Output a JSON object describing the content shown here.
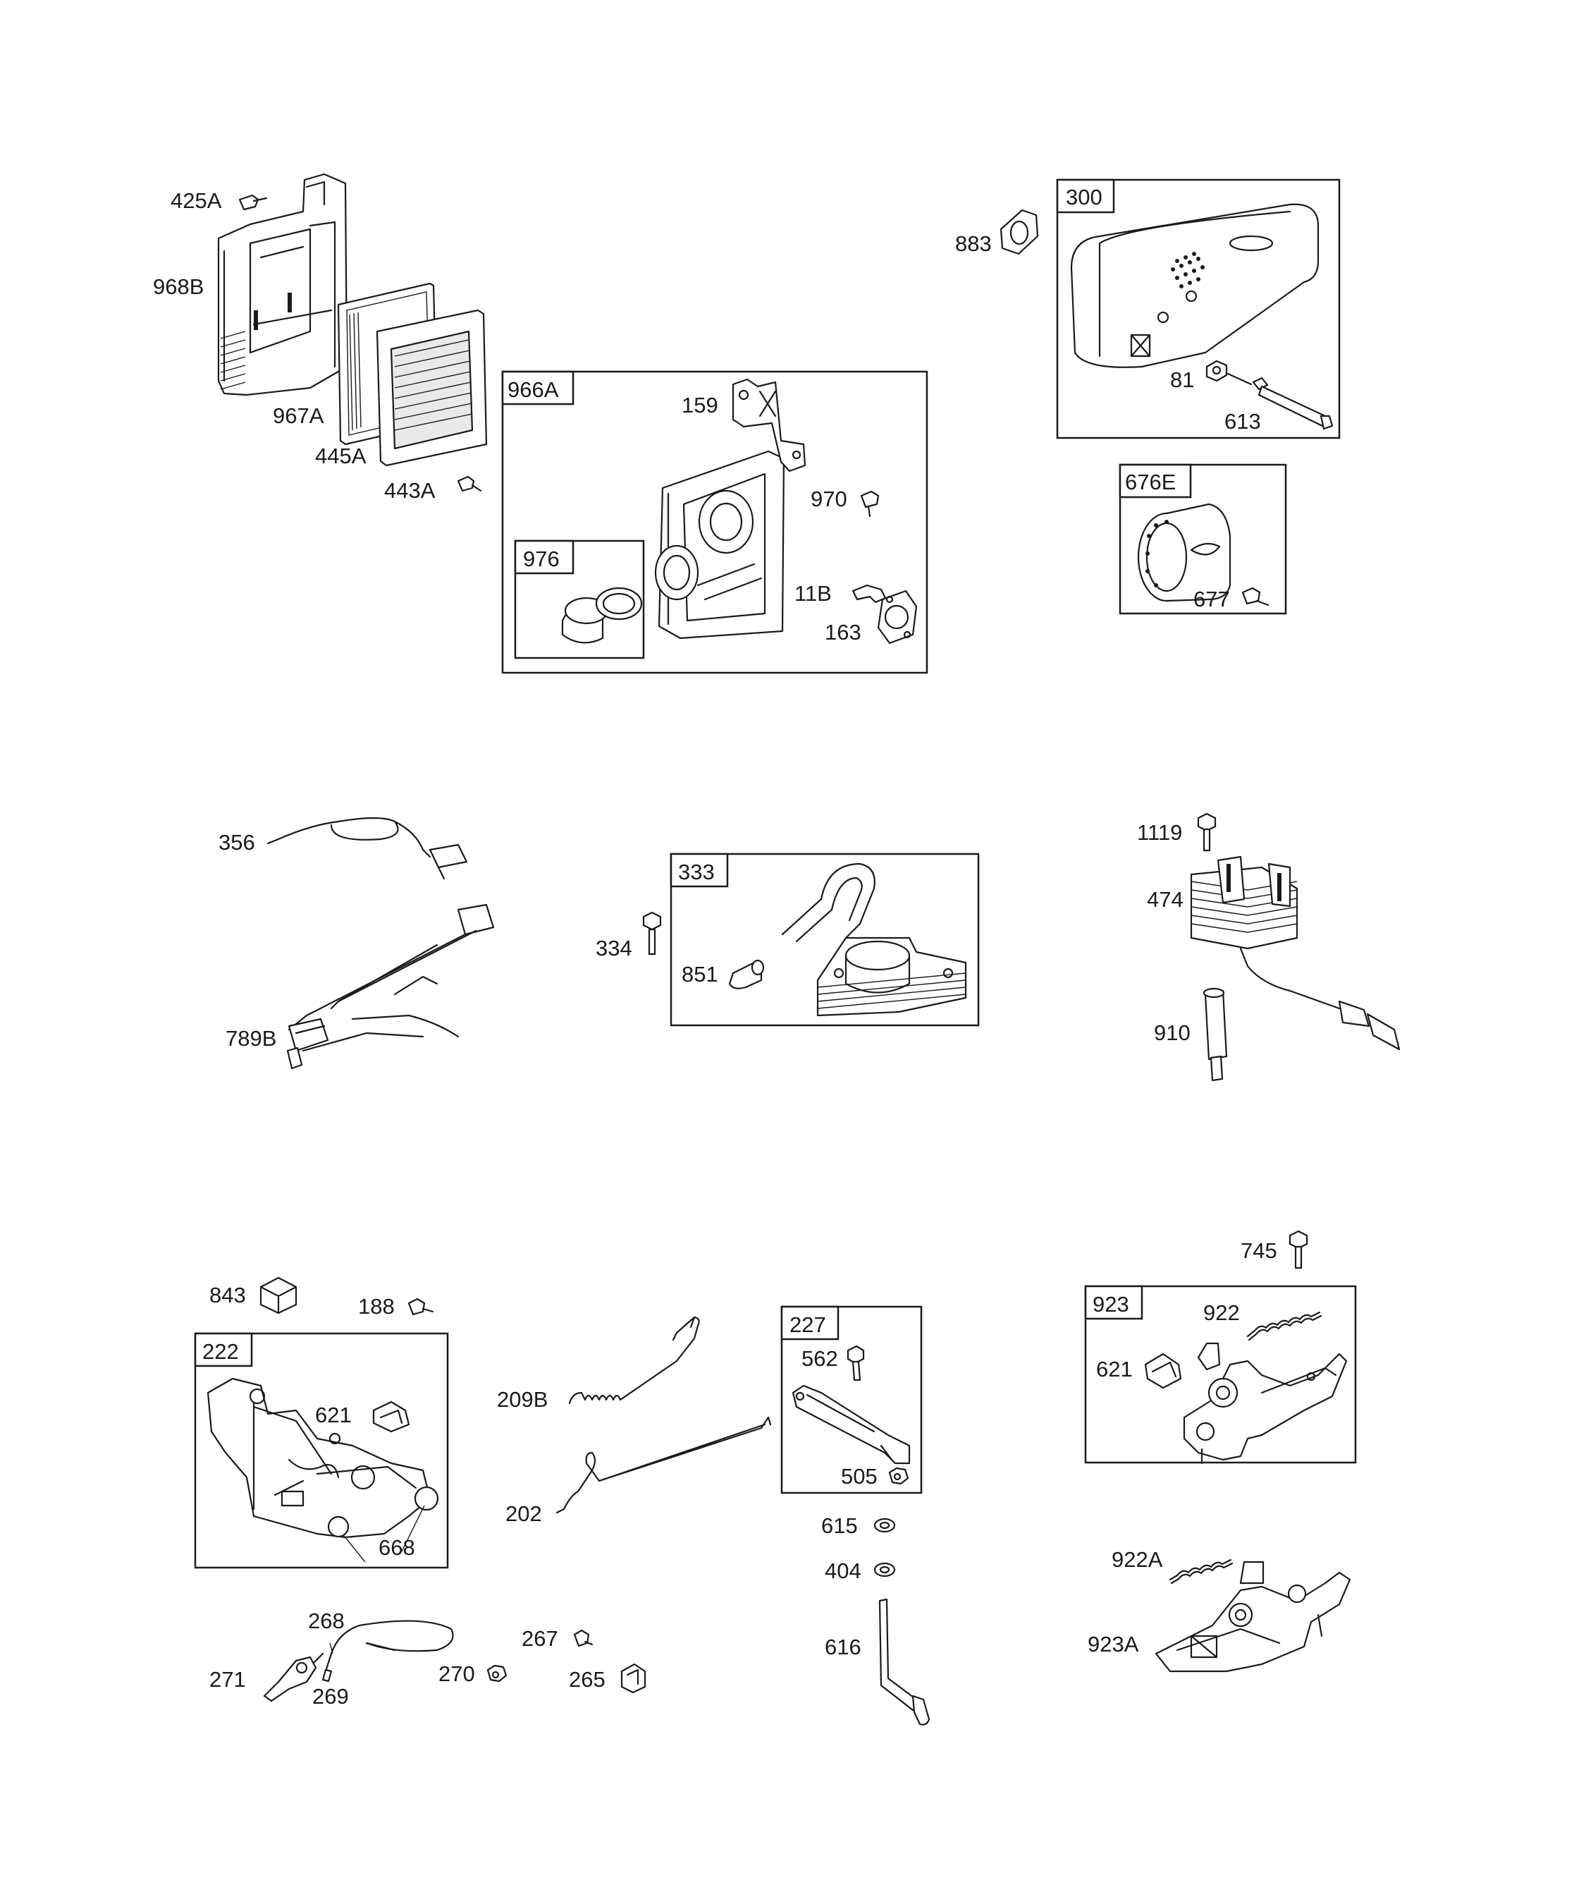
{
  "labels": {
    "p425A": "425A",
    "p968B": "968B",
    "p967A": "967A",
    "p445A": "445A",
    "p443A": "443A",
    "p966A": "966A",
    "p159": "159",
    "p970": "970",
    "p976": "976",
    "p11B": "11B",
    "p163": "163",
    "p883": "883",
    "p300": "300",
    "p81": "81",
    "p613": "613",
    "p676E": "676E",
    "p677": "677",
    "p356": "356",
    "p789B": "789B",
    "p333": "333",
    "p334": "334",
    "p851": "851",
    "p1119": "1119",
    "p474": "474",
    "p910": "910",
    "p843": "843",
    "p188": "188",
    "p222": "222",
    "p621a": "621",
    "p668": "668",
    "p209B": "209B",
    "p202": "202",
    "p227": "227",
    "p562": "562",
    "p505": "505",
    "p615": "615",
    "p404": "404",
    "p616": "616",
    "p745": "745",
    "p923": "923",
    "p922": "922",
    "p621b": "621",
    "p922A": "922A",
    "p923A": "923A",
    "p268": "268",
    "p271": "271",
    "p269": "269",
    "p270": "270",
    "p267": "267",
    "p265": "265"
  }
}
